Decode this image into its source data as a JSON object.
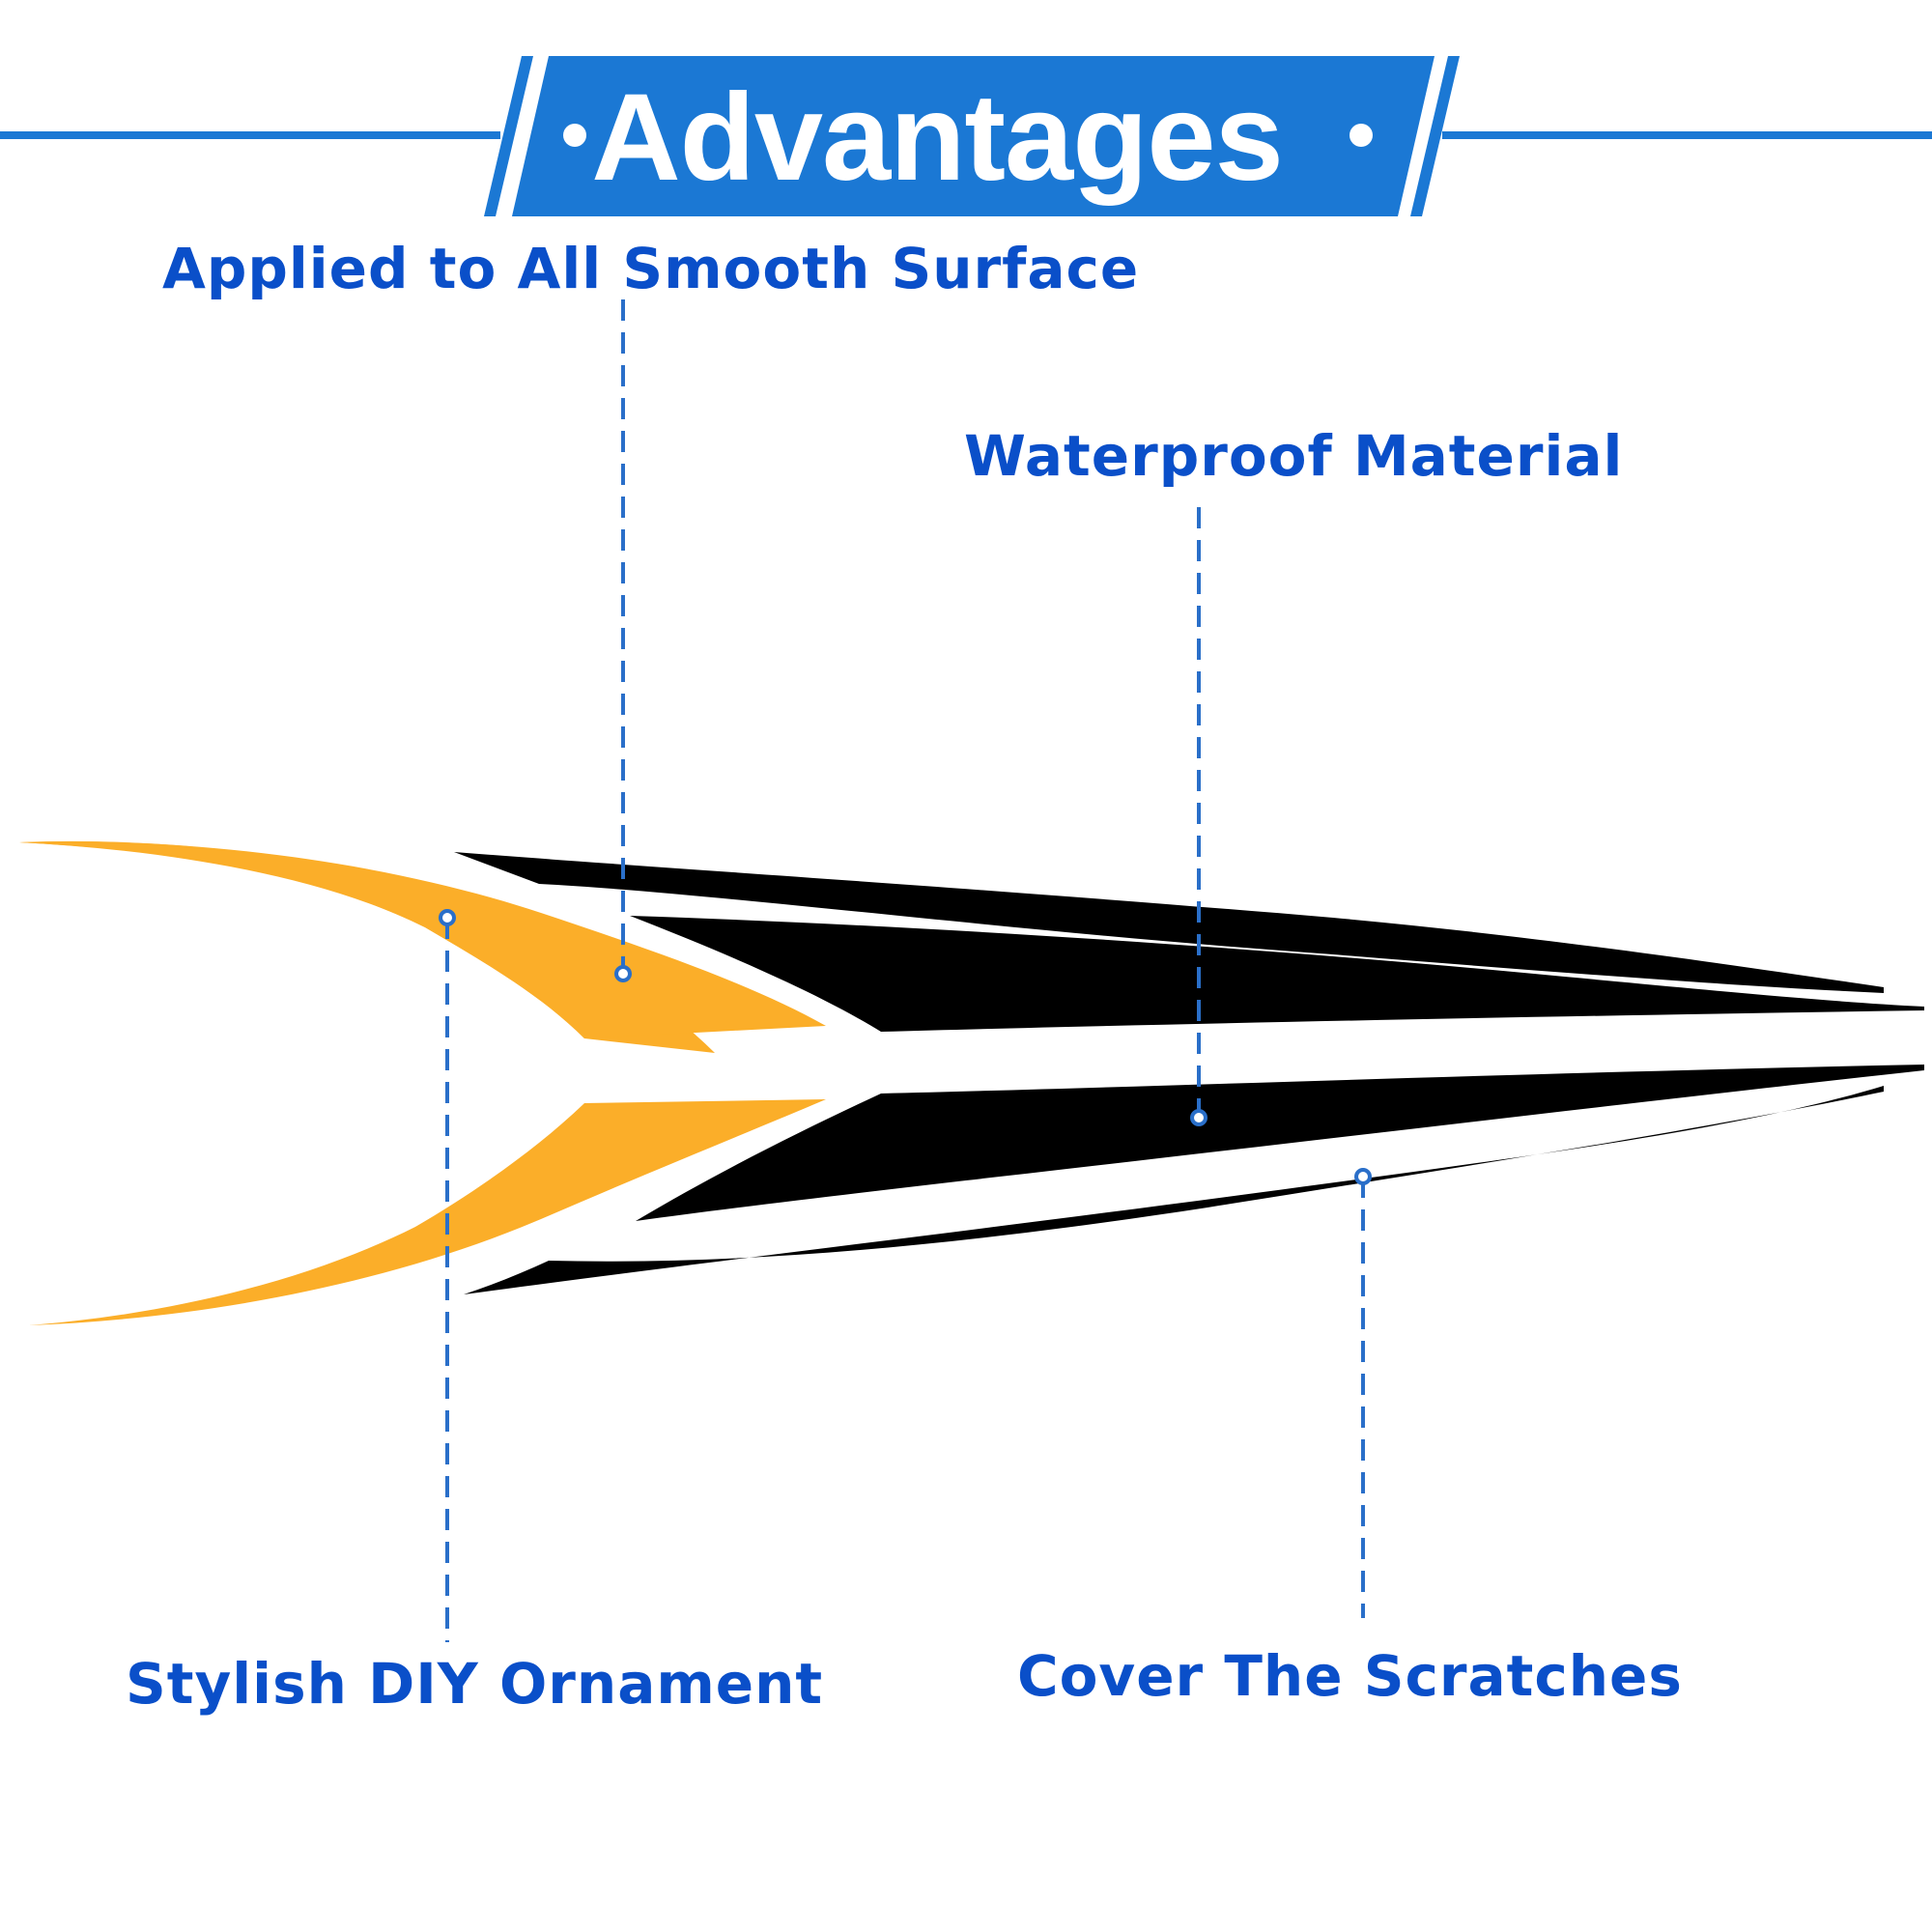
{
  "header": {
    "title": "Advantages"
  },
  "callouts": {
    "smooth_surface": "Applied to All Smooth Surface",
    "waterproof": "Waterproof Material",
    "stylish": "Stylish DIY Ornament",
    "scratches": "Cover The Scratches"
  },
  "colors": {
    "brand_blue": "#1b78d4",
    "callout_blue": "#0a4fc9",
    "leader_blue": "#2a6fc9",
    "decal_orange": "#fbae29",
    "decal_black": "#000000"
  }
}
